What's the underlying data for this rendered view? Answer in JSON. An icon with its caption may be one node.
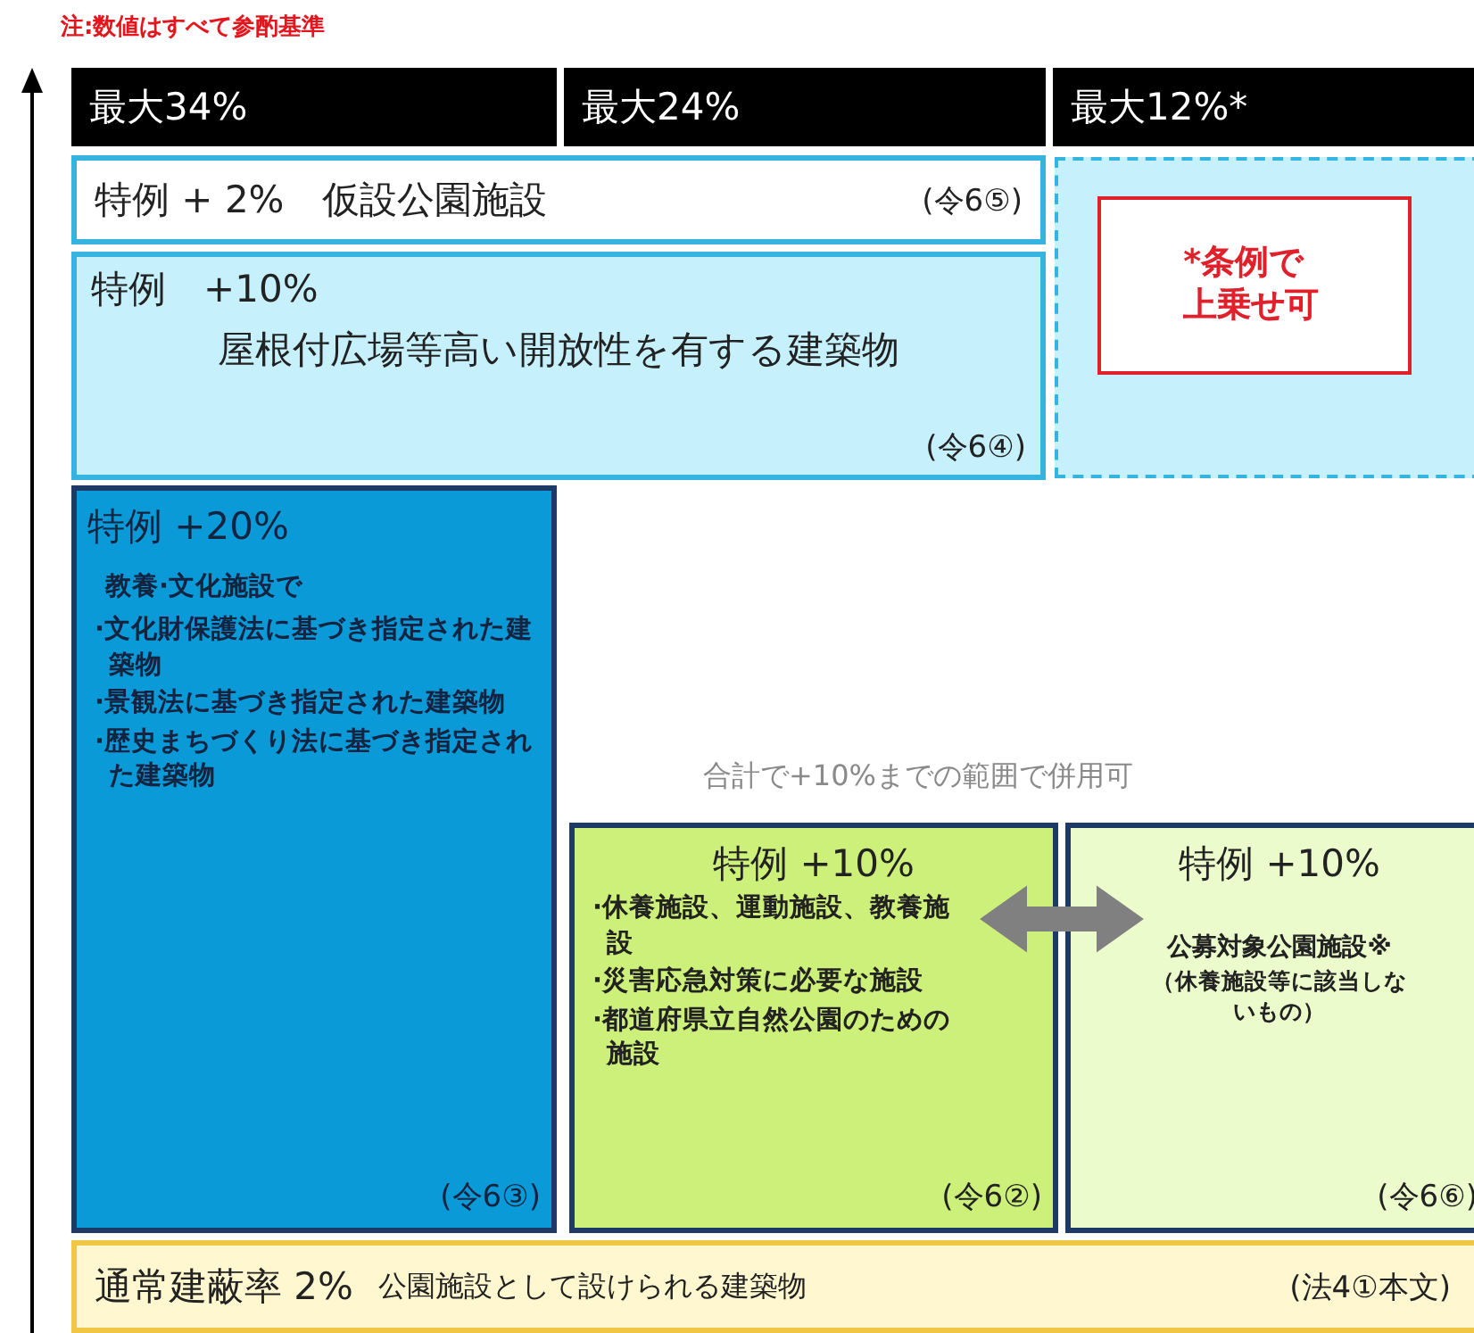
{
  "diagram": {
    "nodes": [
      {
        "text": [
          "最大34%"
        ]
      },
      {
        "text": [
          "最大24%"
        ]
      },
      {
        "text": [
          "最大12%*"
        ]
      },
      {
        "text": [
          "特例 + 2%　仮設公園施設",
          "(令6⑤)"
        ]
      },
      {
        "text": [
          "特例　+10%",
          "屋根付広場等高い開放性を有する建築物",
          "(令6④)"
        ]
      },
      {
        "text": [],
        "shape": "box"
      },
      {
        "text": [
          "*条例で上乗せ可"
        ],
        "in": 5
      },
      {
        "text": [
          "特例 +20%",
          "教養·文化施設で",
          "·文化財保護法に基づき指定された建築物",
          "·景観法に基づき指定された建築物",
          "·歴史まちづくり法に基づき指定された建築物",
          "(令6③)"
        ]
      },
      {
        "text": [
          "特例 +10%",
          "·休養施設、運動施設、教養施設",
          "·災害応急対策に必要な施設",
          "·都道府県立自然公園のための施設",
          "(令6②)"
        ]
      },
      {
        "text": [
          "特例 +10%",
          "公募対象公園施設※",
          "（休養施設等に該当しないもの）",
          "(令6⑥)"
        ]
      },
      {
        "text": [
          "通常建蔽率 2%",
          "公園施設として設けられる建築物",
          "(法4①本文)"
        ]
      }
    ],
    "edges": [
      {
        "from": 8,
        "to": 9,
        "arrow": "both",
        "color": "#808080"
      }
    ],
    "labels": [
      "注:数値はすべて参酌基準",
      "合計で+10%までの範囲で併用可"
    ]
  }
}
